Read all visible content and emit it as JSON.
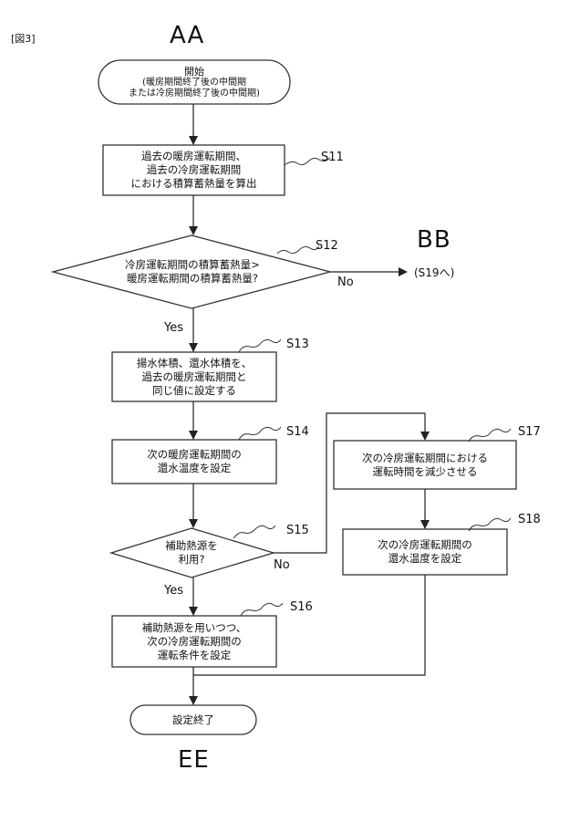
{
  "figure_label": "[図3]",
  "header_label": "AA",
  "footer_label": "EE",
  "offpage": {
    "label": "BB",
    "ref": "(S19へ)"
  },
  "start": {
    "title": "開始",
    "line1": "(暖房期間終了後の中間期",
    "line2": "または冷房期間終了後の中間期)"
  },
  "steps": {
    "s11": {
      "id": "S11",
      "lines": [
        "過去の暖房運転期間、",
        "過去の冷房運転期間",
        "における積算蓄熱量を算出"
      ]
    },
    "s12": {
      "id": "S12",
      "lines": [
        "冷房運転期間の積算蓄熱量>",
        "暖房運転期間の積算蓄熱量?"
      ]
    },
    "s13": {
      "id": "S13",
      "lines": [
        "揚水体積、還水体積を、",
        "過去の暖房運転期間と",
        "同じ値に設定する"
      ]
    },
    "s14": {
      "id": "S14",
      "lines": [
        "次の暖房運転期間の",
        "還水温度を設定"
      ]
    },
    "s15": {
      "id": "S15",
      "lines": [
        "補助熱源を",
        "利用?"
      ]
    },
    "s16": {
      "id": "S16",
      "lines": [
        "補助熱源を用いつつ、",
        "次の冷房運転期間の",
        "運転条件を設定"
      ]
    },
    "s17": {
      "id": "S17",
      "lines": [
        "次の冷房運転期間における",
        "運転時間を減少させる"
      ]
    },
    "s18": {
      "id": "S18",
      "lines": [
        "次の冷房運転期間の",
        "還水温度を設定"
      ]
    }
  },
  "end": {
    "title": "設定終了"
  },
  "branch_labels": {
    "s12_yes": "Yes",
    "s12_no": "No",
    "s15_yes": "Yes",
    "s15_no": "No"
  }
}
